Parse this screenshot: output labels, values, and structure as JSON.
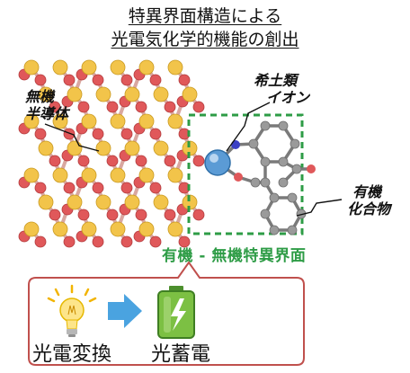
{
  "title": {
    "line1": "特異界面構造による",
    "line2": "光電気化学的機能の創出"
  },
  "labels": {
    "inorganic": [
      "無機",
      "半導体"
    ],
    "rare_earth": [
      "希土類",
      "イオン"
    ],
    "organic": [
      "有機",
      "化合物"
    ],
    "interface": "有機 - 無機特異界面"
  },
  "bottom": {
    "left_text": "光電変換",
    "right_text": "光蓄電"
  },
  "colors": {
    "accent_green": "#2e9c46",
    "callout_border": "#c0504d",
    "sulfur_yellow": "#f2c44a",
    "oxygen_red": "#e0585a",
    "ion_blue": "#5b9bd5",
    "carbon_gray": "#8a8a8a"
  },
  "icons": [
    "light-bulb-icon",
    "arrow-right-icon",
    "battery-charging-icon"
  ]
}
